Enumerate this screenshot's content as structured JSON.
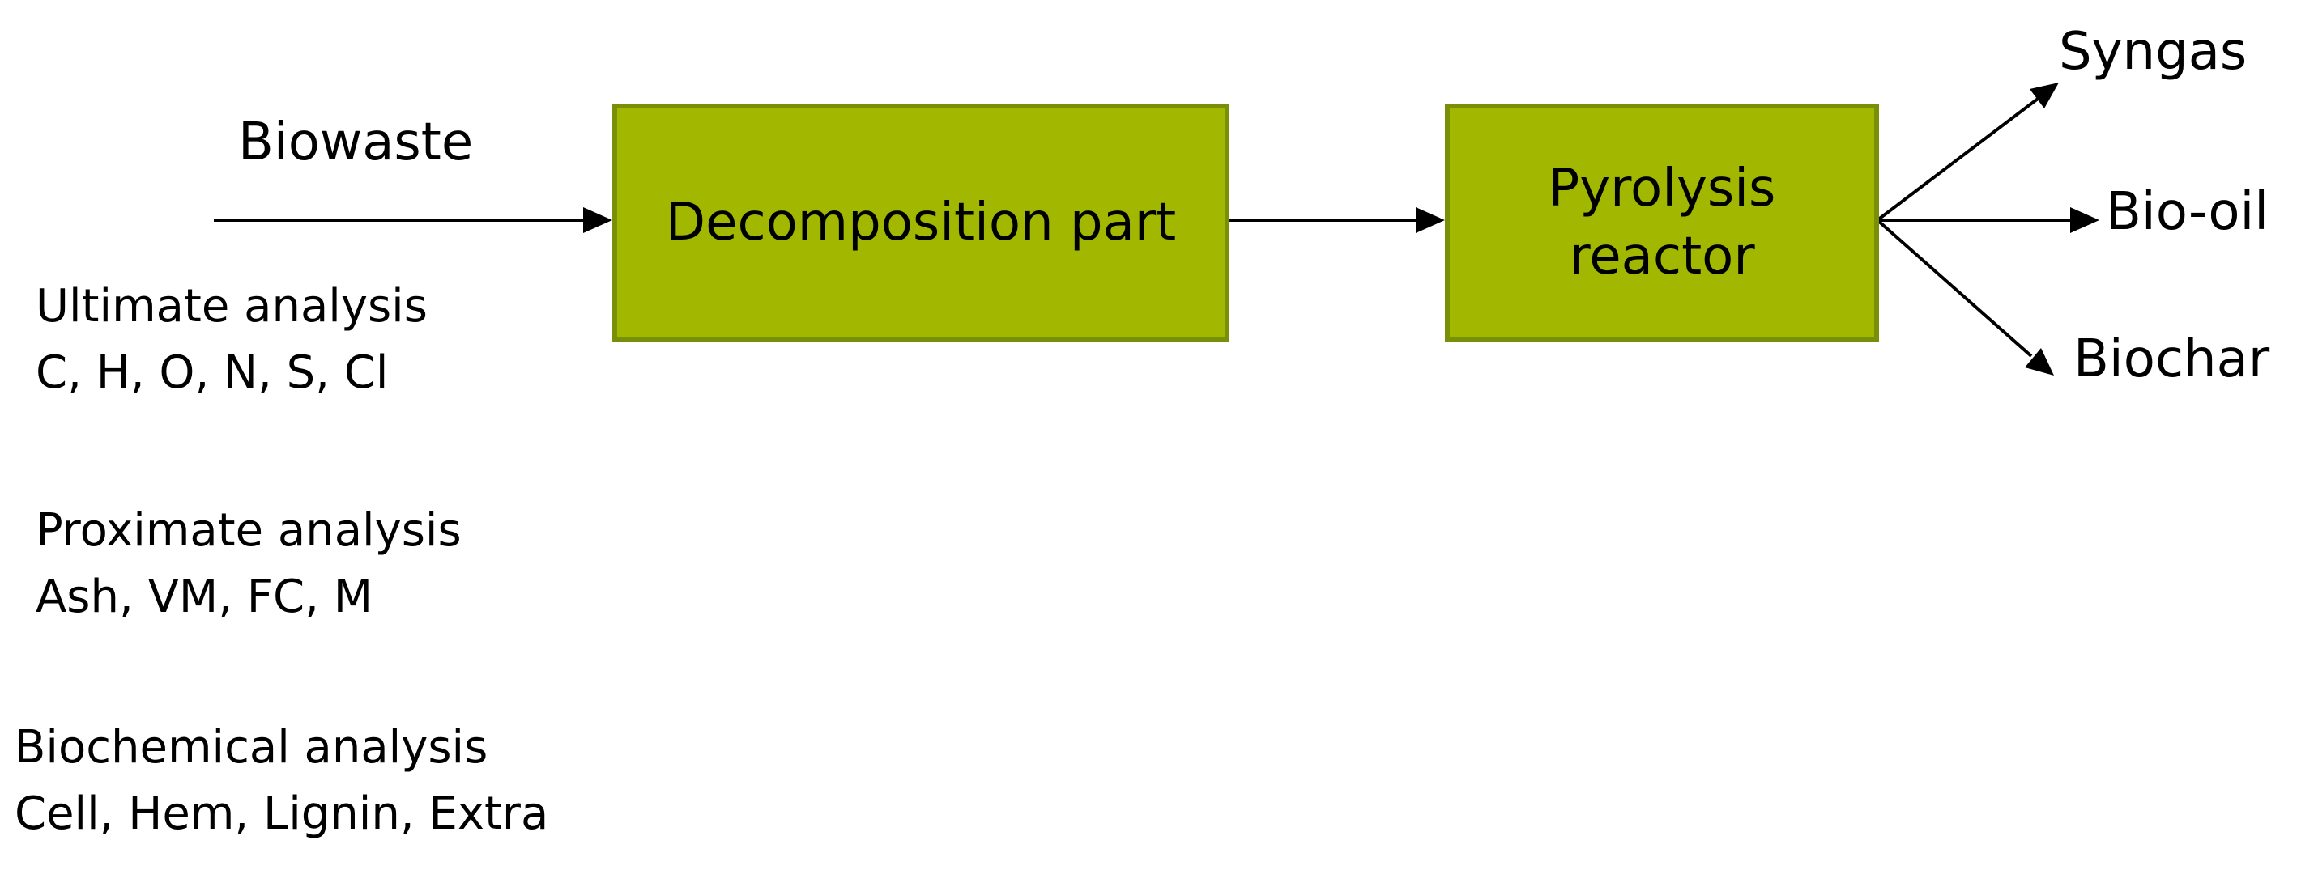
{
  "input": {
    "label": "Biowaste"
  },
  "blocks": {
    "decomposition": "Decomposition part",
    "pyrolysis_line1": "Pyrolysis",
    "pyrolysis_line2": "reactor"
  },
  "outputs": {
    "syngas": "Syngas",
    "bio_oil": "Bio-oil",
    "biochar": "Biochar"
  },
  "analyses": [
    {
      "title": "Ultimate analysis",
      "items": "C, H, O, N, S, Cl"
    },
    {
      "title": "Proximate analysis",
      "items": "Ash, VM, FC, M"
    },
    {
      "title": "Biochemical analysis",
      "items": "Cell, Hem, Lignin, Extra"
    }
  ],
  "colors": {
    "block_fill": "#a2b800",
    "block_border": "#7a8f08",
    "arrow": "#000000"
  }
}
